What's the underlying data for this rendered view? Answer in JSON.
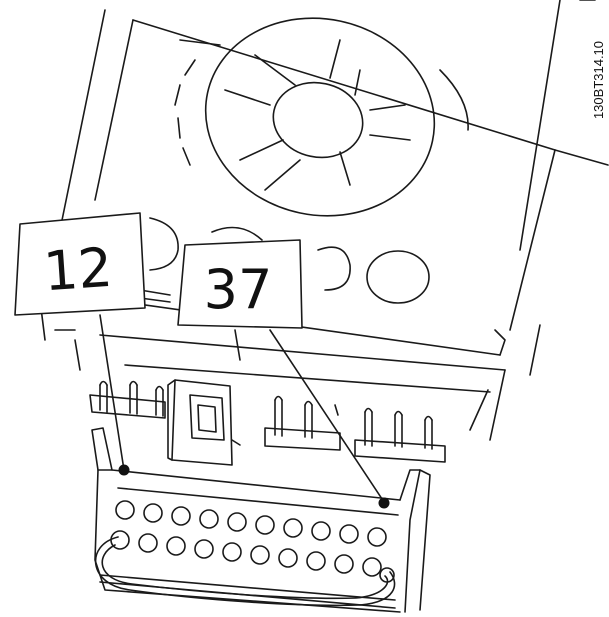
{
  "callouts": {
    "left_terminal": "12",
    "right_terminal": "37"
  },
  "drawing_code": "130BT314.10",
  "colors": {
    "line": "#1a1a1a",
    "background": "#ffffff"
  }
}
